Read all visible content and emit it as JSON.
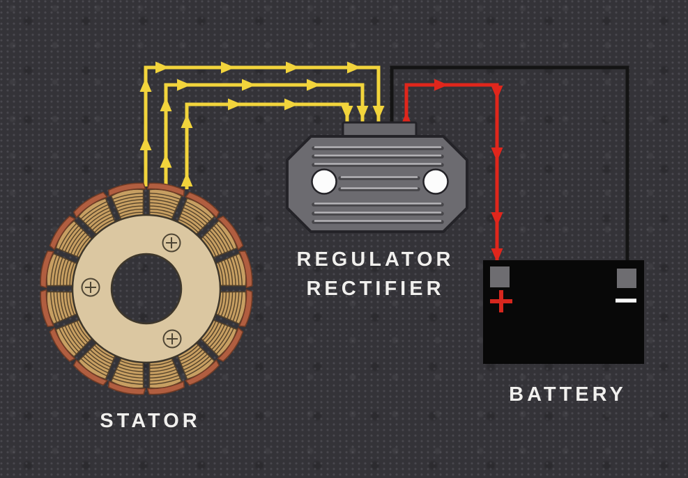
{
  "diagram": {
    "components": [
      {
        "id": "stator",
        "label": "STATOR"
      },
      {
        "id": "regulator-rectifier",
        "label_line1": "REGULATOR",
        "label_line2": "RECTIFIER"
      },
      {
        "id": "battery",
        "label": "BATTERY",
        "positive_symbol": "+",
        "negative_symbol": "−"
      }
    ],
    "wires": [
      {
        "id": "stator-phase-wire-1",
        "color": "#f2d43c",
        "from": "stator",
        "to": "regulator-rectifier",
        "arrows": "flow toward regulator"
      },
      {
        "id": "stator-phase-wire-2",
        "color": "#f2d43c",
        "from": "stator",
        "to": "regulator-rectifier",
        "arrows": "flow toward regulator"
      },
      {
        "id": "stator-phase-wire-3",
        "color": "#f2d43c",
        "from": "stator",
        "to": "regulator-rectifier",
        "arrows": "flow toward regulator"
      },
      {
        "id": "battery-positive-wire",
        "color": "#e0261c",
        "from": "regulator-rectifier",
        "to": "battery positive terminal",
        "arrows": "flow toward battery"
      },
      {
        "id": "battery-negative-wire",
        "color": "#141414",
        "from": "regulator-rectifier",
        "to": "battery negative terminal",
        "arrows": "none"
      }
    ],
    "colors": {
      "background": "#343338",
      "wire_phase_yellow": "#f2d43c",
      "wire_positive_red": "#e0261c",
      "wire_negative_black": "#141414",
      "regulator_body": "#6c6b70",
      "regulator_fin_light": "#b7b6ba",
      "stator_core_beige": "#dbc7a1",
      "coil_copper": "#c79f62",
      "coil_cap_red_brown": "#b15e40",
      "battery_body": "#080808",
      "terminal_gray": "#6e6d71",
      "label_text": "#f1f0ee"
    }
  }
}
